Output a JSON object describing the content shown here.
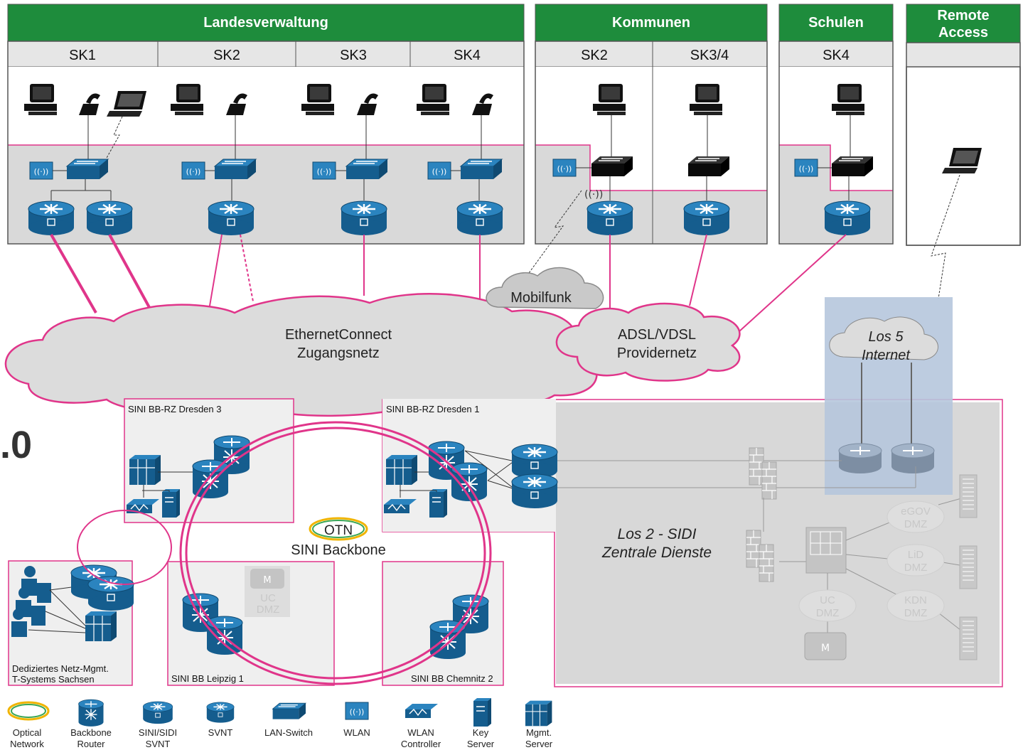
{
  "top_sections": [
    {
      "title": "Landesverwaltung",
      "columns": [
        "SK1",
        "SK2",
        "SK3",
        "SK4"
      ]
    },
    {
      "title": "Kommunen",
      "columns": [
        "SK2",
        "SK3/4"
      ]
    },
    {
      "title": "Schulen",
      "columns": [
        "SK4"
      ]
    },
    {
      "title": "Remote Access",
      "columns": []
    }
  ],
  "clouds": {
    "mobilfunk": "Mobilfunk",
    "ethernet": [
      "EthernetConnect",
      "Zugangsnetz"
    ],
    "adsl": [
      "ADSL/VDSL",
      "Providernetz"
    ],
    "internet": [
      "Los 5",
      "Internet"
    ]
  },
  "sites": {
    "dresden3": "SINI BB-RZ Dresden 3",
    "dresden1": "SINI BB-RZ Dresden 1",
    "netz_mgmt": [
      "Dediziertes Netz-Mgmt.",
      "T-Systems Sachsen"
    ],
    "leipzig": "SINI BB Leipzig 1",
    "chemnitz": "SINI BB Chemnitz 2"
  },
  "backbone": {
    "badge": "OTN",
    "label": "SINI Backbone"
  },
  "partial_left_text": ".0",
  "zentrale": {
    "title": [
      "Los 2 - SIDI",
      "Zentrale Dienste"
    ],
    "dmz": [
      [
        "eGOV",
        "DMZ"
      ],
      [
        "LiD",
        "DMZ"
      ],
      [
        "KDN",
        "DMZ"
      ],
      [
        "UC",
        "DMZ"
      ]
    ],
    "uc_dmz_leipzig": [
      "UC",
      "DMZ"
    ]
  },
  "legend": [
    {
      "icon": "optical-network-icon",
      "label": [
        "Optical",
        "Network"
      ]
    },
    {
      "icon": "backbone-router-icon",
      "label": [
        "Backbone",
        "Router"
      ]
    },
    {
      "icon": "sini-sidi-svnt-icon",
      "label": [
        "SINI/SIDI",
        "SVNT"
      ]
    },
    {
      "icon": "svnt-icon",
      "label": [
        "SVNT"
      ]
    },
    {
      "icon": "lan-switch-icon",
      "label": [
        "LAN-Switch"
      ]
    },
    {
      "icon": "wlan-icon",
      "label": [
        "WLAN"
      ]
    },
    {
      "icon": "wlan-controller-icon",
      "label": [
        "WLAN",
        "Controller"
      ]
    },
    {
      "icon": "key-server-icon",
      "label": [
        "Key",
        "Server"
      ]
    },
    {
      "icon": "mgmt-server-icon",
      "label": [
        "Mgmt.",
        "Server"
      ]
    }
  ],
  "colors": {
    "header_green": "#1e8c3c",
    "link_magenta": "#e0358a",
    "device_blue": "#1c6fa5",
    "panel_gray": "#d9d9d9",
    "internet_blue": "#b6c7dd"
  }
}
